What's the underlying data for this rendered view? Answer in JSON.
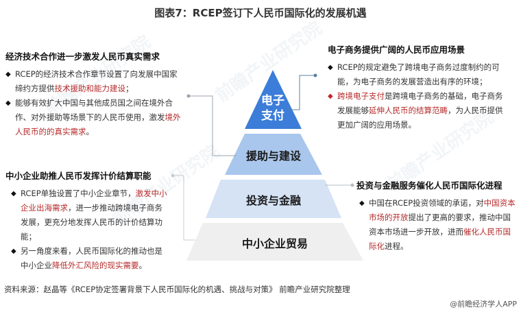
{
  "title": "图表7：RCEP签订下人民币国际化的发展机遇",
  "pyramid": {
    "tiers": [
      {
        "label_line1": "电子",
        "label_line2": "支付",
        "color": "#3b7dd8"
      },
      {
        "label": "援助与建设",
        "color": "#a9c6ec"
      },
      {
        "label": "投资与金融",
        "color": "#d5e3f5"
      },
      {
        "label": "中小企业贸易",
        "color": "#efefef"
      }
    ]
  },
  "blocks": {
    "econ_tech": {
      "heading": "经济技术合作进一步激发人民币真实需求",
      "b1_pre": "RCEP的经济技术合作章节设置了向发展中国家缔约方提供",
      "b1_hl": "技术援助和能力建设",
      "b1_post": "；",
      "b2_pre": "能够有效扩大中国与其他成员国之间在境外合作、对外援助等场景下的人民币使用，激发",
      "b2_hl": "境外人民币的的真实需求",
      "b2_post": "。"
    },
    "ecommerce": {
      "heading": "电子商务提供广阔的人民币应用场景",
      "b1": "RCEP的规定避免了跨境电子商务过度制约的可能，为电子商务的发展营造出有序的环境；",
      "b2_hl1": "跨境电子支付",
      "b2_mid": "是跨境电子商务的基础，电子商务发展能够",
      "b2_hl2": "延伸人民币的结算范畴",
      "b2_post": "，为人民币提供更加广阔的应用场景。"
    },
    "sme": {
      "heading": "中小企业助推人民币发挥计价结算职能",
      "b1_pre": "RCEP单独设置了中小企业章节，",
      "b1_hl": "激发中小企业出海需求",
      "b1_post": "，进一步推动跨境电子商务发展，更充分地发挥人民币的计价结算功能；",
      "b2_pre": "另一角度来看，人民币国际化的推动也是中小企业",
      "b2_hl": "降低外汇风险的现实需要",
      "b2_post": "。"
    },
    "invest": {
      "heading": "投资与金融服务催化人民币国际化进程",
      "b1_pre": "中国在RCEP投资领域的承诺，对",
      "b1_hl1": "中国资本市场的开放",
      "b1_mid": "提出了更高的要求，推动中国资本市场进一步开放，进而",
      "b1_hl2": "催化人民币国际化",
      "b1_post": "进程。"
    }
  },
  "bullet_glyph": "◆",
  "footer": {
    "source": "资料来源：赵晶等《RCEP协定签署背景下人民币国际化的机遇、挑战与对策》 前瞻产业研究院整理",
    "credit": "@前瞻经济学人APP"
  },
  "watermark": "前瞻产业研究院"
}
